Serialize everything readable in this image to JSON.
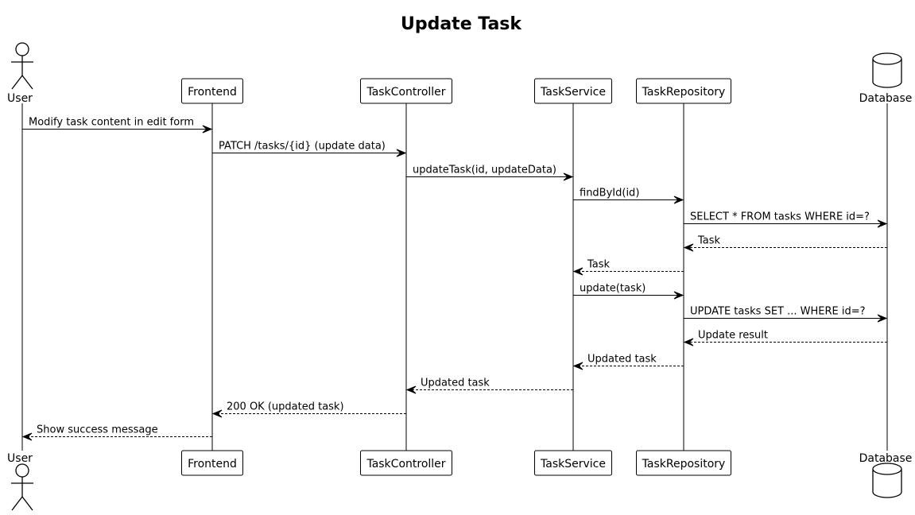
{
  "title": "Update Task",
  "participants": [
    {
      "id": "user",
      "label": "User",
      "kind": "actor"
    },
    {
      "id": "frontend",
      "label": "Frontend",
      "kind": "participant"
    },
    {
      "id": "controller",
      "label": "TaskController",
      "kind": "participant"
    },
    {
      "id": "service",
      "label": "TaskService",
      "kind": "participant"
    },
    {
      "id": "repository",
      "label": "TaskRepository",
      "kind": "participant"
    },
    {
      "id": "database",
      "label": "Database",
      "kind": "database"
    }
  ],
  "messages": [
    {
      "from": "user",
      "to": "frontend",
      "label": "Modify task content in edit form",
      "style": "solid"
    },
    {
      "from": "frontend",
      "to": "controller",
      "label": "PATCH /tasks/{id} (update data)",
      "style": "solid"
    },
    {
      "from": "controller",
      "to": "service",
      "label": "updateTask(id, updateData)",
      "style": "solid"
    },
    {
      "from": "service",
      "to": "repository",
      "label": "findById(id)",
      "style": "solid"
    },
    {
      "from": "repository",
      "to": "database",
      "label": "SELECT * FROM tasks WHERE id=?",
      "style": "solid"
    },
    {
      "from": "database",
      "to": "repository",
      "label": "Task",
      "style": "dashed"
    },
    {
      "from": "repository",
      "to": "service",
      "label": "Task",
      "style": "dashed"
    },
    {
      "from": "service",
      "to": "repository",
      "label": "update(task)",
      "style": "solid"
    },
    {
      "from": "repository",
      "to": "database",
      "label": "UPDATE tasks SET ... WHERE id=?",
      "style": "solid"
    },
    {
      "from": "database",
      "to": "repository",
      "label": "Update result",
      "style": "dashed"
    },
    {
      "from": "repository",
      "to": "service",
      "label": "Updated task",
      "style": "dashed"
    },
    {
      "from": "service",
      "to": "controller",
      "label": "Updated task",
      "style": "dashed"
    },
    {
      "from": "controller",
      "to": "frontend",
      "label": "200 OK (updated task)",
      "style": "dashed"
    },
    {
      "from": "frontend",
      "to": "user",
      "label": "Show success message",
      "style": "dashed"
    }
  ]
}
